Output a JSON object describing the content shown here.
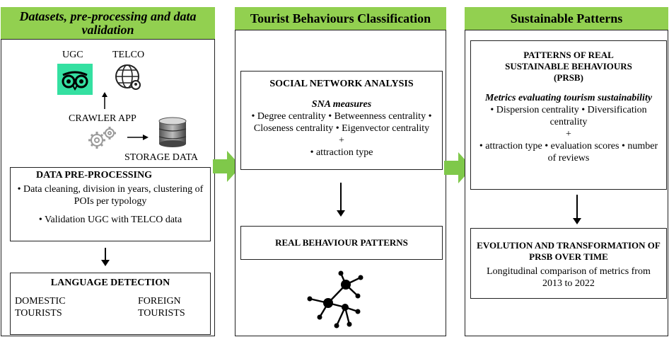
{
  "col1": {
    "header": "Datasets, pre-processing and data validation",
    "ugc_label": "UGC",
    "telco_label": "TELCO",
    "crawler_label": "CRAWLER APP",
    "storage_label": "STORAGE DATA",
    "preprocessing": {
      "title": "DATA PRE-PROCESSING",
      "item1": "• Data cleaning, division in years, clustering of POIs per typology",
      "item2": "• Validation UGC with TELCO data"
    },
    "language": {
      "title": "LANGUAGE DETECTION",
      "domestic": "DOMESTIC TOURISTS",
      "foreign": "FOREIGN TOURISTS"
    }
  },
  "col2": {
    "header": "Tourist Behaviours Classification",
    "sna": {
      "title": "SOCIAL NETWORK ANALYSIS",
      "subtitle": "SNA measures",
      "line1": "• Degree centrality • Betweenness centrality •",
      "line2": "Closeness centrality • Eigenvector centrality",
      "plus": "+",
      "line3": "• attraction type"
    },
    "patterns_title": "REAL BEHAVIOUR PATTERNS"
  },
  "col3": {
    "header": "Sustainable Patterns",
    "prsb": {
      "title": "PATTERNS OF REAL SUSTAINABLE BEHAVIOURS (PRSB)",
      "subtitle": "Metrics evaluating tourism sustainability",
      "line1": "• Dispersion centrality • Diversification centrality",
      "plus": "+",
      "line2": "• attraction type • evaluation scores • number of reviews"
    },
    "evolution": {
      "title": "EVOLUTION AND TRANSFORMATION OF PRSB OVER TIME",
      "text": "Longitudinal comparison of metrics from 2013 to 2022"
    }
  },
  "colors": {
    "header_green": "#92d050",
    "arrow_green": "#7fc84a",
    "tripadvisor_teal": "#34e0a1"
  },
  "icons": [
    "tripadvisor-icon",
    "globe-icon",
    "gears-icon",
    "database-icon",
    "network-graph-icon"
  ]
}
